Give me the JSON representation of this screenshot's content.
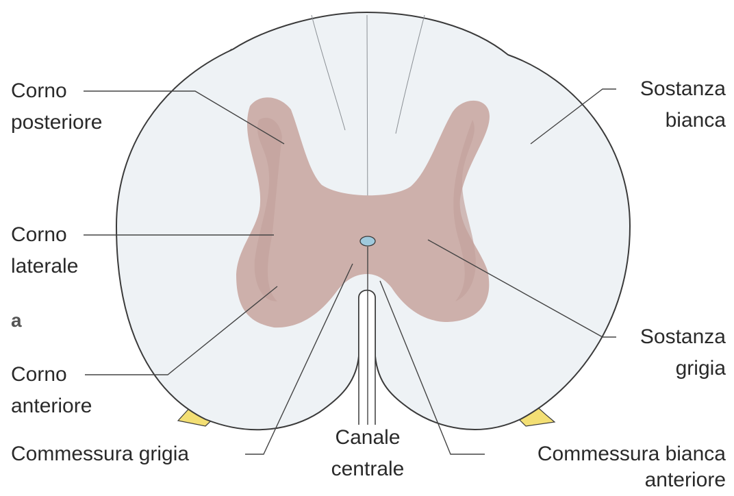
{
  "panel_letter": "a",
  "labels": {
    "corno_posteriore": [
      "Corno",
      "posteriore"
    ],
    "corno_laterale": [
      "Corno",
      "laterale"
    ],
    "corno_anteriore": [
      "Corno",
      "anteriore"
    ],
    "commessura_grigia": "Commessura grigia",
    "canale_centrale": [
      "Canale",
      "centrale"
    ],
    "commessura_bianca_anteriore": [
      "Commessura bianca",
      "anteriore"
    ],
    "sostanza_bianca": [
      "Sostanza",
      "bianca"
    ],
    "sostanza_grigia": [
      "Sostanza",
      "grigia"
    ]
  },
  "colors": {
    "white_matter": "#eef2f5",
    "gray_matter": "#cdb0ab",
    "gray_matter_inner": "#c3a29c",
    "nerve_roots": "#f3df74",
    "central_canal": "#9fc9dc",
    "outline": "#3a3a3a",
    "leader_lines": "#444444"
  }
}
